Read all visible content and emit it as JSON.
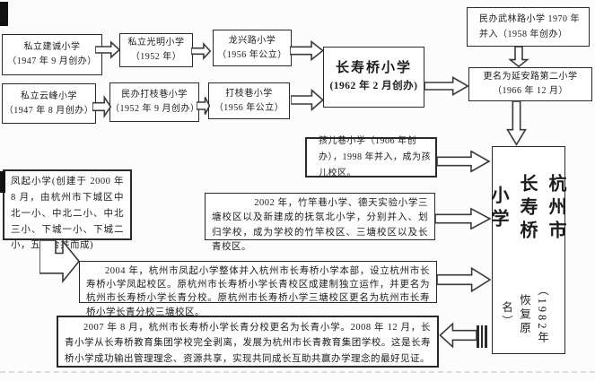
{
  "colors": {
    "page_bg": "#fcfcfc",
    "box_border": "#2a2a2a",
    "text": "#1c1c1c",
    "arrow_fill": "#ffffff",
    "arrow_outline": "#3a3a3a",
    "dashed_line": "#dcdcdc"
  },
  "nodes": {
    "jiancheng": {
      "line1": "私立建诚小学",
      "line2": "（1947 年 9 月创办）"
    },
    "guangming": {
      "line1": "私立光明小学",
      "line2": "（1952 年）"
    },
    "longxing": {
      "line1": "龙兴路小学",
      "line2": "（1956 年公立）"
    },
    "yunfeng": {
      "line1": "私立云峰小学",
      "line2": "（1947 年 8 月创办）"
    },
    "minban_dazhixiang": {
      "line1": "民办打枝巷小学",
      "line2": "（1952 年 9 月创办）"
    },
    "dazhixiang": {
      "line1": "打枝巷小学",
      "line2": "（1956 年公立）"
    },
    "changshouqiao": {
      "line1": "长寿桥小学",
      "line2": "(1962 年 2 月创办)"
    },
    "wulin": {
      "text": "民办武林路小学 1970 年并入（1958 年创办）"
    },
    "yanan": {
      "line1": "更名为延安路第二小学",
      "line2": "（1966 年 12 月）"
    },
    "haier": {
      "text": "孩儿巷小学（1906 年创办），1998 年并入，成为孩儿校区。"
    },
    "hangzhou": {
      "title": "杭州市长寿桥小学",
      "subtitle": "（1982年恢复原名）"
    },
    "fengqi": {
      "text": "凤起小学(创建于 2000 年 8 月，由杭州市下城区中北一小、中北二小、中北三小、下城一小、下城二小，五校合并而成)"
    },
    "y2002": {
      "text": "2002 年，竹竿巷小学、德天实验小学三塘校区以及新建成的抚氛北小学，分别并入、划归学校，成为学校的竹竿校区、三塘校区以及长青校区。"
    },
    "y2004": {
      "text": "2004 年，杭州市凤起小学整体并入杭州市长寿桥小学本部，设立杭州市长寿桥小学凤起校区。原杭州市长寿桥小学长青校区成建制独立运作，并更名为杭州市长寿桥小学长青分校。原杭州市长寿桥小学三塘校区更名为杭州市长寿桥小学长青分校三塘校区。"
    },
    "y2007": {
      "text": "2007 年 8 月，杭州市长寿桥小学长青分校更名为长青小学。2008 年 12 月，长青小学从长寿桥教育集团学校完全剥离，发展为杭州市长青教育集团学校。这是长寿桥小学成功输出管理理念、资源共享，实现共同成长互助共赢办学理念的最好见证。"
    }
  }
}
